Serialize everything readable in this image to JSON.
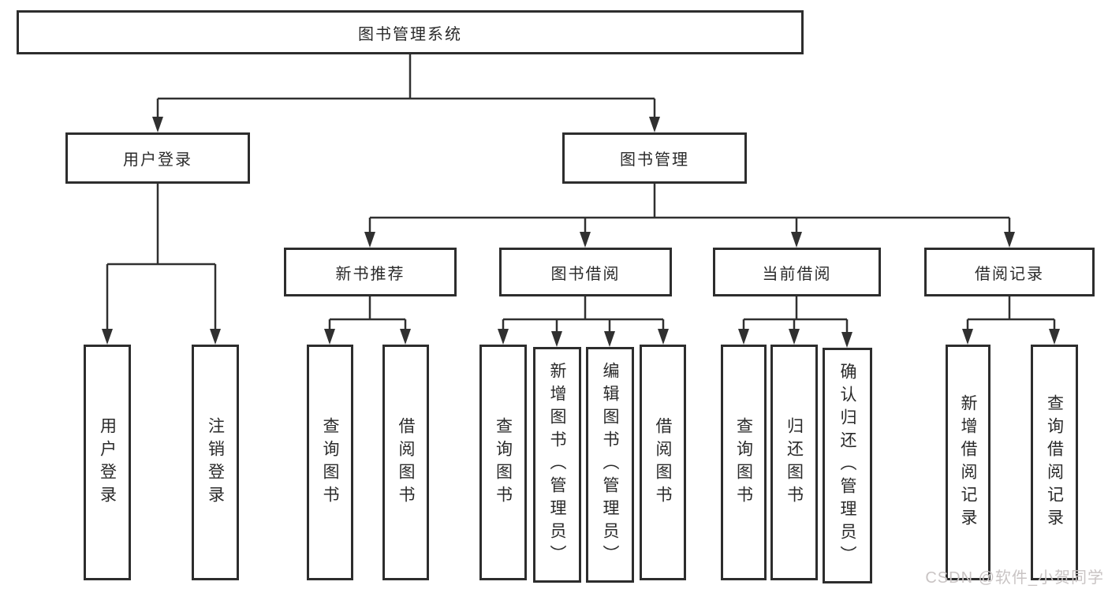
{
  "watermark": {
    "text": "CSDN @软件_小贺同学"
  },
  "colors": {
    "line": "#303030",
    "box_border": "#2d2d2d",
    "text": "#2a2a2a",
    "watermark": "#c9c4c4",
    "background": "#ffffff"
  },
  "tree": {
    "root": {
      "label": "图书管理系统",
      "children": [
        {
          "label": "用户登录",
          "children": [
            {
              "label": "用户登录"
            },
            {
              "label": "注销登录"
            }
          ]
        },
        {
          "label": "图书管理",
          "children": [
            {
              "label": "新书推荐",
              "children": [
                {
                  "label": "查询图书"
                },
                {
                  "label": "借阅图书"
                }
              ]
            },
            {
              "label": "图书借阅",
              "children": [
                {
                  "label": "查询图书"
                },
                {
                  "label": "新增图书（管理员）"
                },
                {
                  "label": "编辑图书（管理员）"
                },
                {
                  "label": "借阅图书"
                }
              ]
            },
            {
              "label": "当前借阅",
              "children": [
                {
                  "label": "查询图书"
                },
                {
                  "label": "归还图书"
                },
                {
                  "label": "确认归还（管理员）"
                }
              ]
            },
            {
              "label": "借阅记录",
              "children": [
                {
                  "label": "新增借阅记录"
                },
                {
                  "label": "查询借阅记录"
                }
              ]
            }
          ]
        }
      ]
    }
  }
}
